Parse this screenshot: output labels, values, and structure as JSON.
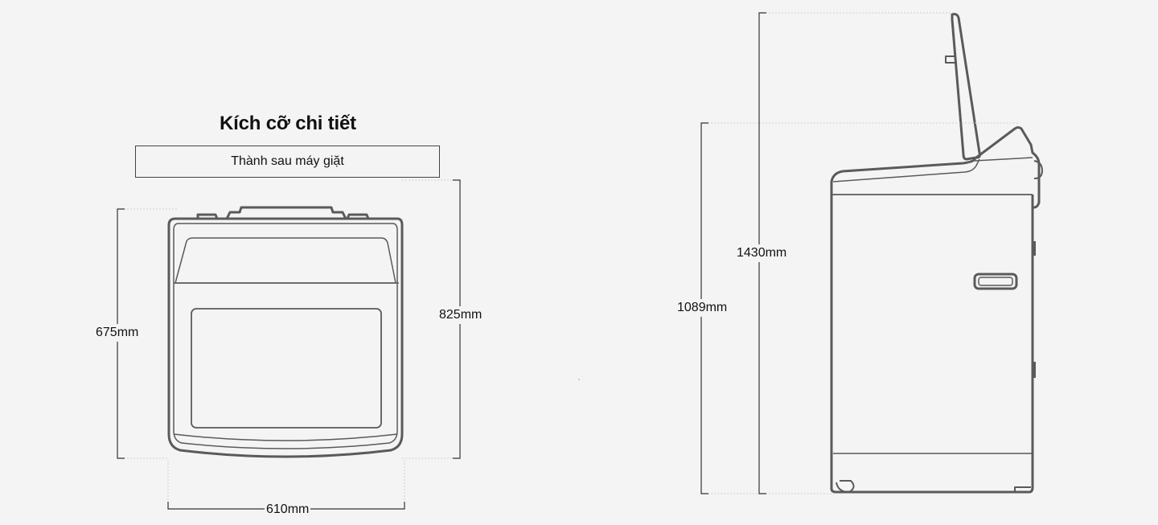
{
  "heading": {
    "title": "Kích cỡ chi tiết",
    "subtitle": "Thành sau máy giặt"
  },
  "front_view": {
    "width_label": "610mm",
    "depth_label": "675mm",
    "height_label": "825mm"
  },
  "side_view": {
    "height_closed_label": "1089mm",
    "height_open_label": "1430mm"
  },
  "colors": {
    "background": "#f4f4f4",
    "outline": "#555555",
    "dimension_line": "#333333",
    "guide_line": "#cfcfcf"
  }
}
